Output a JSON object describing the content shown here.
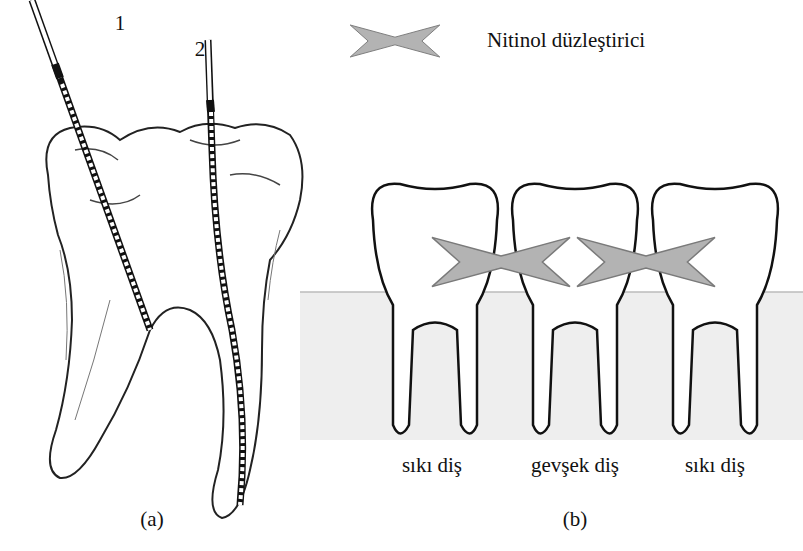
{
  "diagram": {
    "labels": [
      "1",
      "2",
      "sıkı diş",
      "gevşek diş",
      "sıkı diş",
      "(a)",
      "(b)"
    ],
    "legend": [
      {
        "text": "Nitinol düzleştirici"
      }
    ]
  }
}
